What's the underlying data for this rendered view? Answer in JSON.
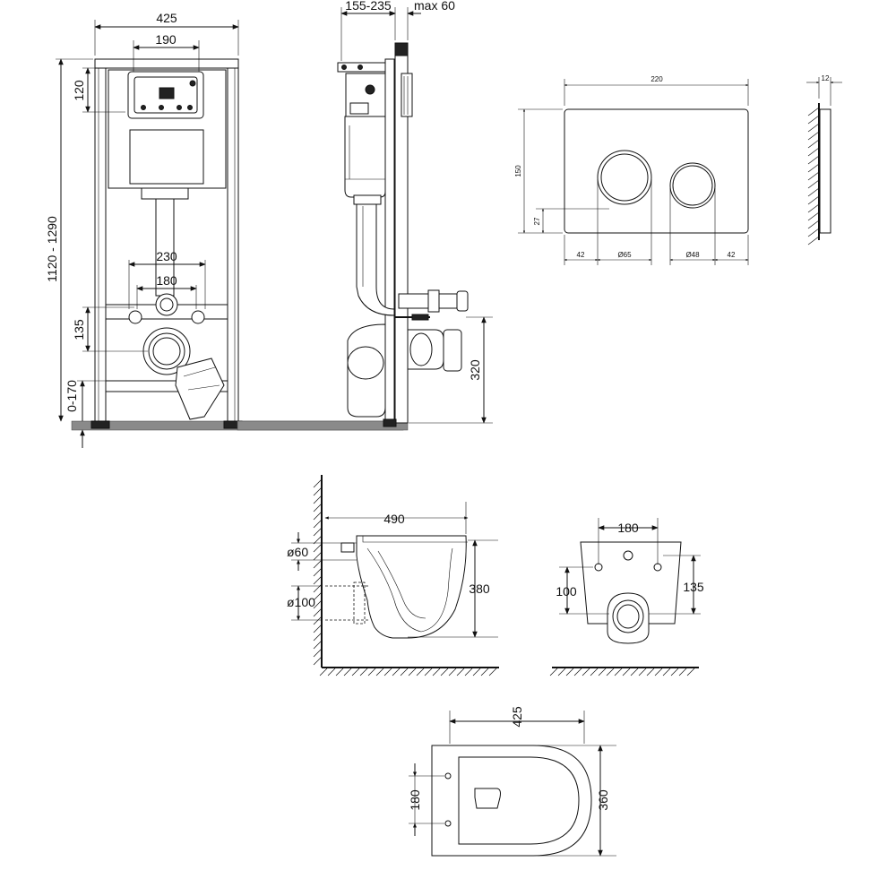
{
  "frame_front": {
    "width_total": "425",
    "width_flush": "190",
    "height_top": "120",
    "height_total": "1120 - 1290",
    "width_outer_pipes": "230",
    "width_inner_pipes": "180",
    "height_135": "135",
    "height_floor": "0-170"
  },
  "frame_side": {
    "depth": "155-235",
    "wall_max": "max 60",
    "height_320": "320"
  },
  "flush_plate": {
    "width": "220",
    "height": "150",
    "thickness": "12",
    "offset_bottom": "27",
    "margin_left": "42",
    "button_large": "Ø65",
    "button_small": "Ø48",
    "margin_right": "42"
  },
  "bowl_side": {
    "length": "490",
    "pipe_inlet": "ø60",
    "pipe_outlet": "ø100",
    "height": "380"
  },
  "bowl_back": {
    "bolt_spacing": "180",
    "height_100": "100",
    "height_135": "135"
  },
  "bowl_top": {
    "width": "425",
    "bolt_spacing": "180",
    "depth": "360"
  }
}
